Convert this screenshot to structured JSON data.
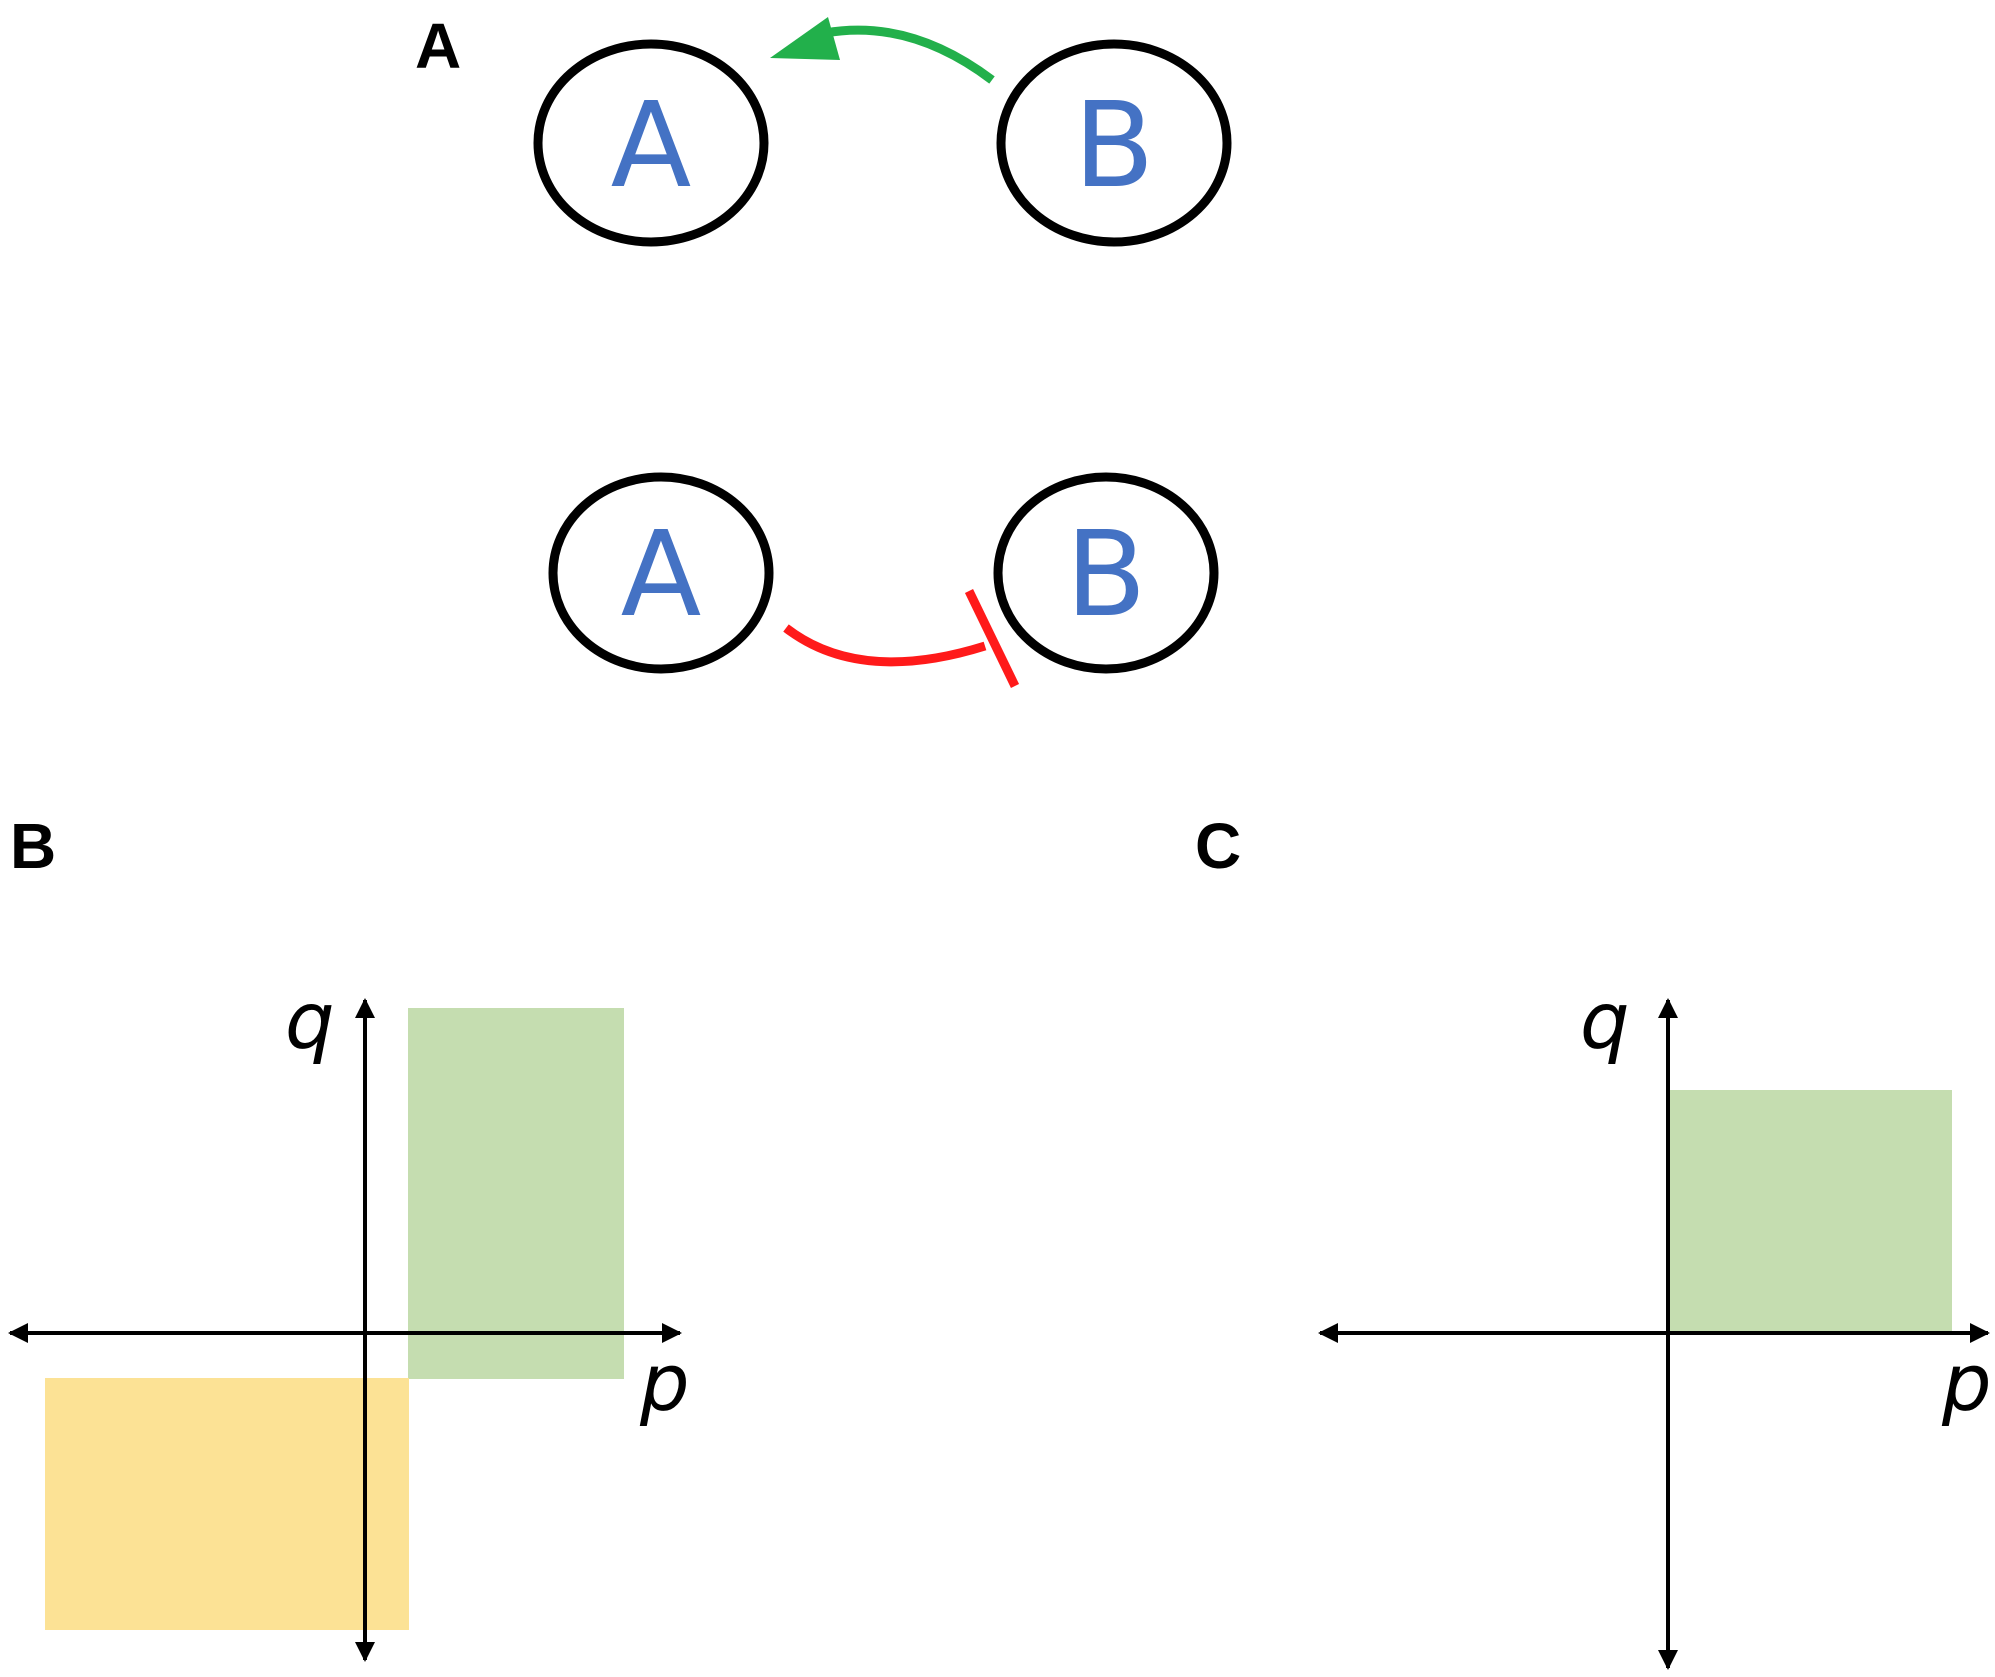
{
  "panels": {
    "a": {
      "label": "A",
      "top_row": {
        "left_node": "A",
        "right_node": "B",
        "edge": "activation",
        "edge_color": "#22b04b"
      },
      "bottom_row": {
        "left_node": "A",
        "right_node": "B",
        "edge": "inhibition",
        "edge_color": "#ff1a1a"
      },
      "node_text_color": "#4472c4"
    },
    "b": {
      "label": "B",
      "x_axis": "p",
      "y_axis": "q",
      "regions": [
        {
          "quadrant": "I",
          "color": "#c5ddb0"
        },
        {
          "quadrant": "III",
          "color": "#fce295"
        }
      ]
    },
    "c": {
      "label": "C",
      "x_axis": "p",
      "y_axis": "q",
      "regions": [
        {
          "quadrant": "I",
          "color": "#c5ddb0"
        }
      ]
    }
  }
}
